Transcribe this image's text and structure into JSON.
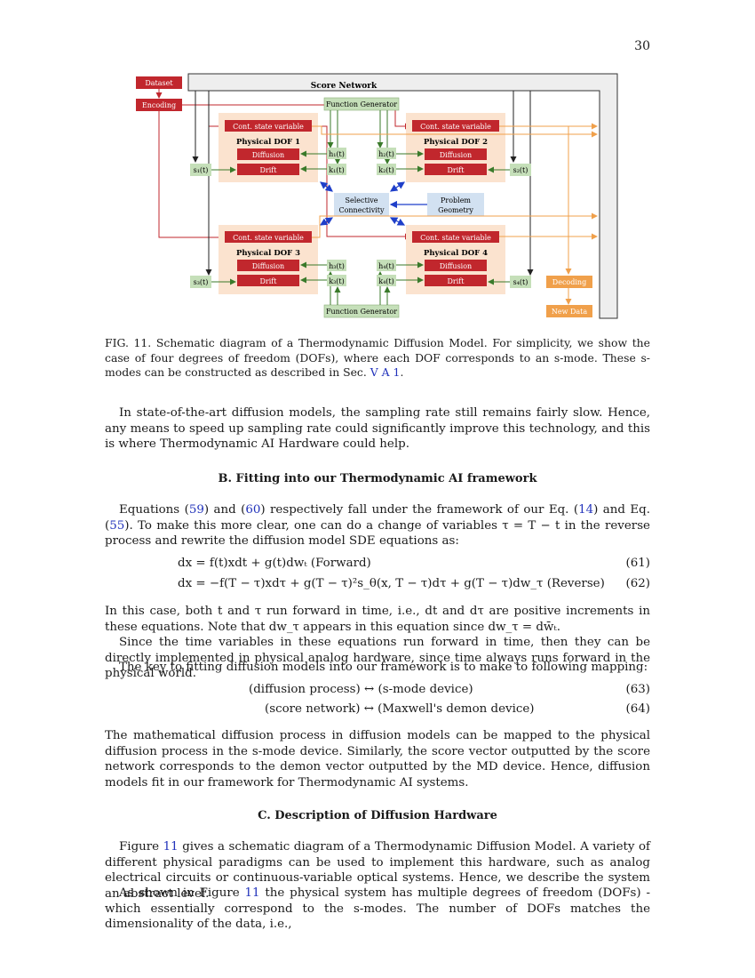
{
  "page_number": "30",
  "figure": {
    "labels": {
      "dataset": "Dataset",
      "encoding": "Encoding",
      "score_network": "Score Network",
      "function_generator_top": "Function Generator",
      "function_generator_bottom": "Function Generator",
      "cont_state_variable": "Cont. state variable",
      "diffusion": "Diffusion",
      "drift": "Drift",
      "dof1": "Physical DOF 1",
      "dof2": "Physical DOF 2",
      "dof3": "Physical DOF 3",
      "dof4": "Physical DOF 4",
      "selective_1": "Selective",
      "selective_2": "Connectivity",
      "problem_1": "Problem",
      "problem_2": "Geometry",
      "decoding": "Decoding",
      "new_data": "New Data",
      "s1": "s₁(t)",
      "s2": "s₂(t)",
      "s3": "s₃(t)",
      "s4": "s₄(t)",
      "h1": "h₁(t)",
      "h2": "h₂(t)",
      "h3": "h₃(t)",
      "h4": "h₄(t)",
      "k1": "k₁(t)",
      "k2": "k₂(t)",
      "k3": "k₃(t)",
      "k4": "k₄(t)"
    },
    "colors": {
      "red": "#c1272d",
      "green": "#c5dfb9",
      "orange": "#f0a04b",
      "peach": "#fbe3cf",
      "blue": "#d2e1f1",
      "arrow_blue": "#1f3fc9"
    }
  },
  "caption": {
    "prefix": "FIG. 11. Schematic diagram of a Thermodynamic Diffusion Model. For simplicity, we show the case of four degrees of freedom (DOFs), where each DOF corresponds to an s-mode. These s-modes can be constructed as described in Sec.",
    "ref": "V A 1",
    "suffix": "."
  },
  "para1": "In state-of-the-art diffusion models, the sampling rate still remains fairly slow. Hence, any means to speed up sampling rate could significantly improve this technology, and this is where Thermodynamic AI Hardware could help.",
  "section_b": "B.   Fitting into our Thermodynamic AI framework",
  "para2": {
    "a": "Equations (",
    "r1": "59",
    "b": ") and (",
    "r2": "60",
    "c": ") respectively fall under the framework of our Eq. (",
    "r3": "14",
    "d": ") and Eq. (",
    "r4": "55",
    "e": "). To make this more clear, one can do a change of variables τ = T − t in the reverse process and rewrite the diffusion model SDE equations as:"
  },
  "eq61": {
    "text": "dx = f(t)xdt + g(t)dwₜ    (Forward)",
    "num": "(61)"
  },
  "eq62": {
    "text": "dx = −f(T − τ)xdτ + g(T − τ)²s_θ(x, T − τ)dτ + g(T − τ)dw_τ    (Reverse)",
    "num": "(62)"
  },
  "para3": "In this case, both t and τ run forward in time, i.e., dt and dτ are positive increments in these equations. Note that dw_τ appears in this equation since dw_τ = dw̄ₜ.",
  "para4": "Since the time variables in these equations run forward in time, then they can be directly implemented in physical analog hardware, since time always runs forward in the physical world.",
  "para5": "The key to fitting diffusion models into our framework is to make to following mapping:",
  "eq63": {
    "text": "(diffusion process) ↔ (s-mode device)",
    "num": "(63)"
  },
  "eq64": {
    "text": "(score network) ↔ (Maxwell's demon device)",
    "num": "(64)"
  },
  "para6": "The mathematical diffusion process in diffusion models can be mapped to the physical diffusion process in the s-mode device. Similarly, the score vector outputted by the score network corresponds to the demon vector outputted by the MD device. Hence, diffusion models fit in our framework for Thermodynamic AI systems.",
  "section_c": "C.   Description of Diffusion Hardware",
  "para7": {
    "a": "Figure ",
    "ref": "11",
    "b": " gives a schematic diagram of a Thermodynamic Diffusion Model. A variety of different physical paradigms can be used to implement this hardware, such as analog electrical circuits or continuous-variable optical systems. Hence, we describe the system an abstract level."
  },
  "para8": {
    "a": "As shown in Figure ",
    "ref": "11",
    "b": " the physical system has multiple degrees of freedom (DOFs) - which essentially correspond to the s-modes. The number of DOFs matches the dimensionality of the data, i.e.,"
  }
}
